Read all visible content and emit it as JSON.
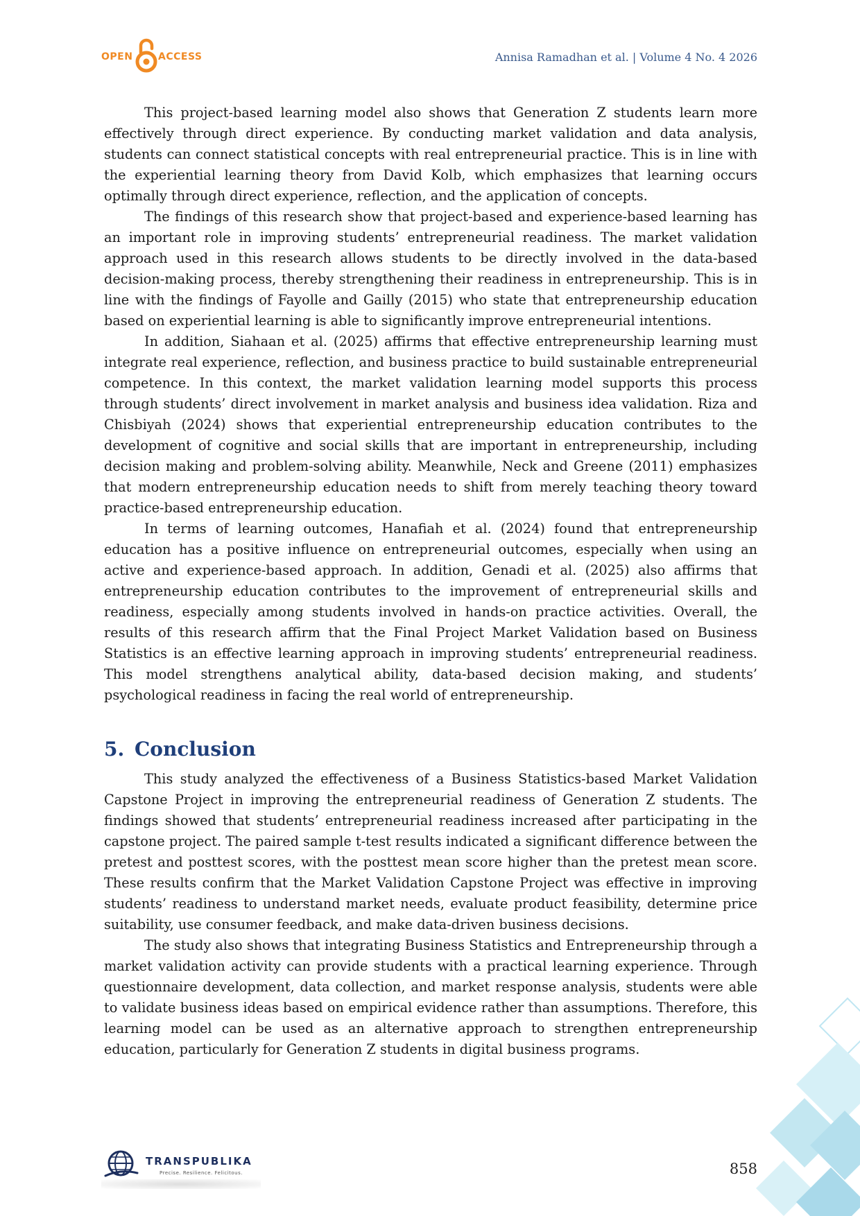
{
  "header": {
    "logo_open": "OPEN",
    "logo_access": "ACCESS",
    "running_head": "Annisa Ramadhan et al. | Volume 4 No. 4 2026"
  },
  "body": {
    "paragraphs": [
      "This project-based learning model also shows that Generation Z students learn more effectively through direct experience. By conducting market validation and data analysis, students can connect statistical concepts with real entrepreneurial practice. This is in line with the experiential learning theory from David Kolb, which emphasizes that learning occurs optimally through direct experience, reflection, and the application of concepts.",
      "The findings of this research show that project-based and experience-based learning has an important role in improving students’ entrepreneurial readiness. The market validation approach used in this research allows students to be directly involved in the data-based decision-making process, thereby strengthening their readiness in entrepreneurship. This is in line with the findings of Fayolle and Gailly (2015) who state that entrepreneurship education based on experiential learning is able to significantly improve entrepreneurial intentions.",
      "In addition, Siahaan et al. (2025) affirms that effective entrepreneurship learning must integrate real experience, reflection, and business practice to build sustainable entrepreneurial competence. In this context, the market validation learning model supports this process through students’ direct involvement in market analysis and business idea validation. Riza and Chisbiyah (2024) shows that experiential entrepreneurship education contributes to the development of cognitive and social skills that are important in entrepreneurship, including decision making and problem-solving ability. Meanwhile, Neck and Greene (2011) emphasizes that modern entrepreneurship education needs to shift from merely teaching theory toward practice-based entrepreneurship education.",
      "In terms of learning outcomes, Hanafiah et al. (2024) found that entrepreneurship education has a positive influence on entrepreneurial outcomes, especially when using an active and experience-based approach. In addition, Genadi et al. (2025) also affirms that entrepreneurship education contributes to the improvement of entrepreneurial skills and readiness, especially among students involved in hands-on practice activities. Overall, the results of this research affirm that the Final Project Market Validation based on Business Statistics is an effective learning approach in improving students’ entrepreneurial readiness. This model strengthens analytical ability, data-based decision making, and students’ psychological readiness in facing the real world of entrepreneurship."
    ]
  },
  "conclusion": {
    "number": "5.",
    "title": "Conclusion",
    "paragraphs": [
      "This study analyzed the effectiveness of a Business Statistics-based Market Validation Capstone Project in improving the entrepreneurial readiness of Generation Z students. The findings showed that students’ entrepreneurial readiness increased after participating in the capstone project. The paired sample t-test results indicated a significant difference between the pretest and posttest scores, with the posttest mean score higher than the pretest mean score. These results confirm that the Market Validation Capstone Project was effective in improving students’ readiness to understand market needs, evaluate product feasibility, determine price suitability, use consumer feedback, and make data-driven business decisions.",
      "The study also shows that integrating Business Statistics and Entrepreneurship through a market validation activity can provide students with a practical learning experience. Through questionnaire development, data collection, and market response analysis, students were able to validate business ideas based on empirical evidence rather than assumptions. Therefore, this learning model can be used as an alternative approach to strengthen entrepreneurship education, particularly for Generation Z students in digital business programs."
    ]
  },
  "footer": {
    "publisher": "TRANSPUBLIKA",
    "tagline": "Precise. Resilience. Felicitous.",
    "page_number": "858"
  },
  "colors": {
    "heading": "#1f3f7a",
    "running_head": "#3a5a8c",
    "open_access": "#f08a24",
    "publisher": "#1d2f5e"
  }
}
